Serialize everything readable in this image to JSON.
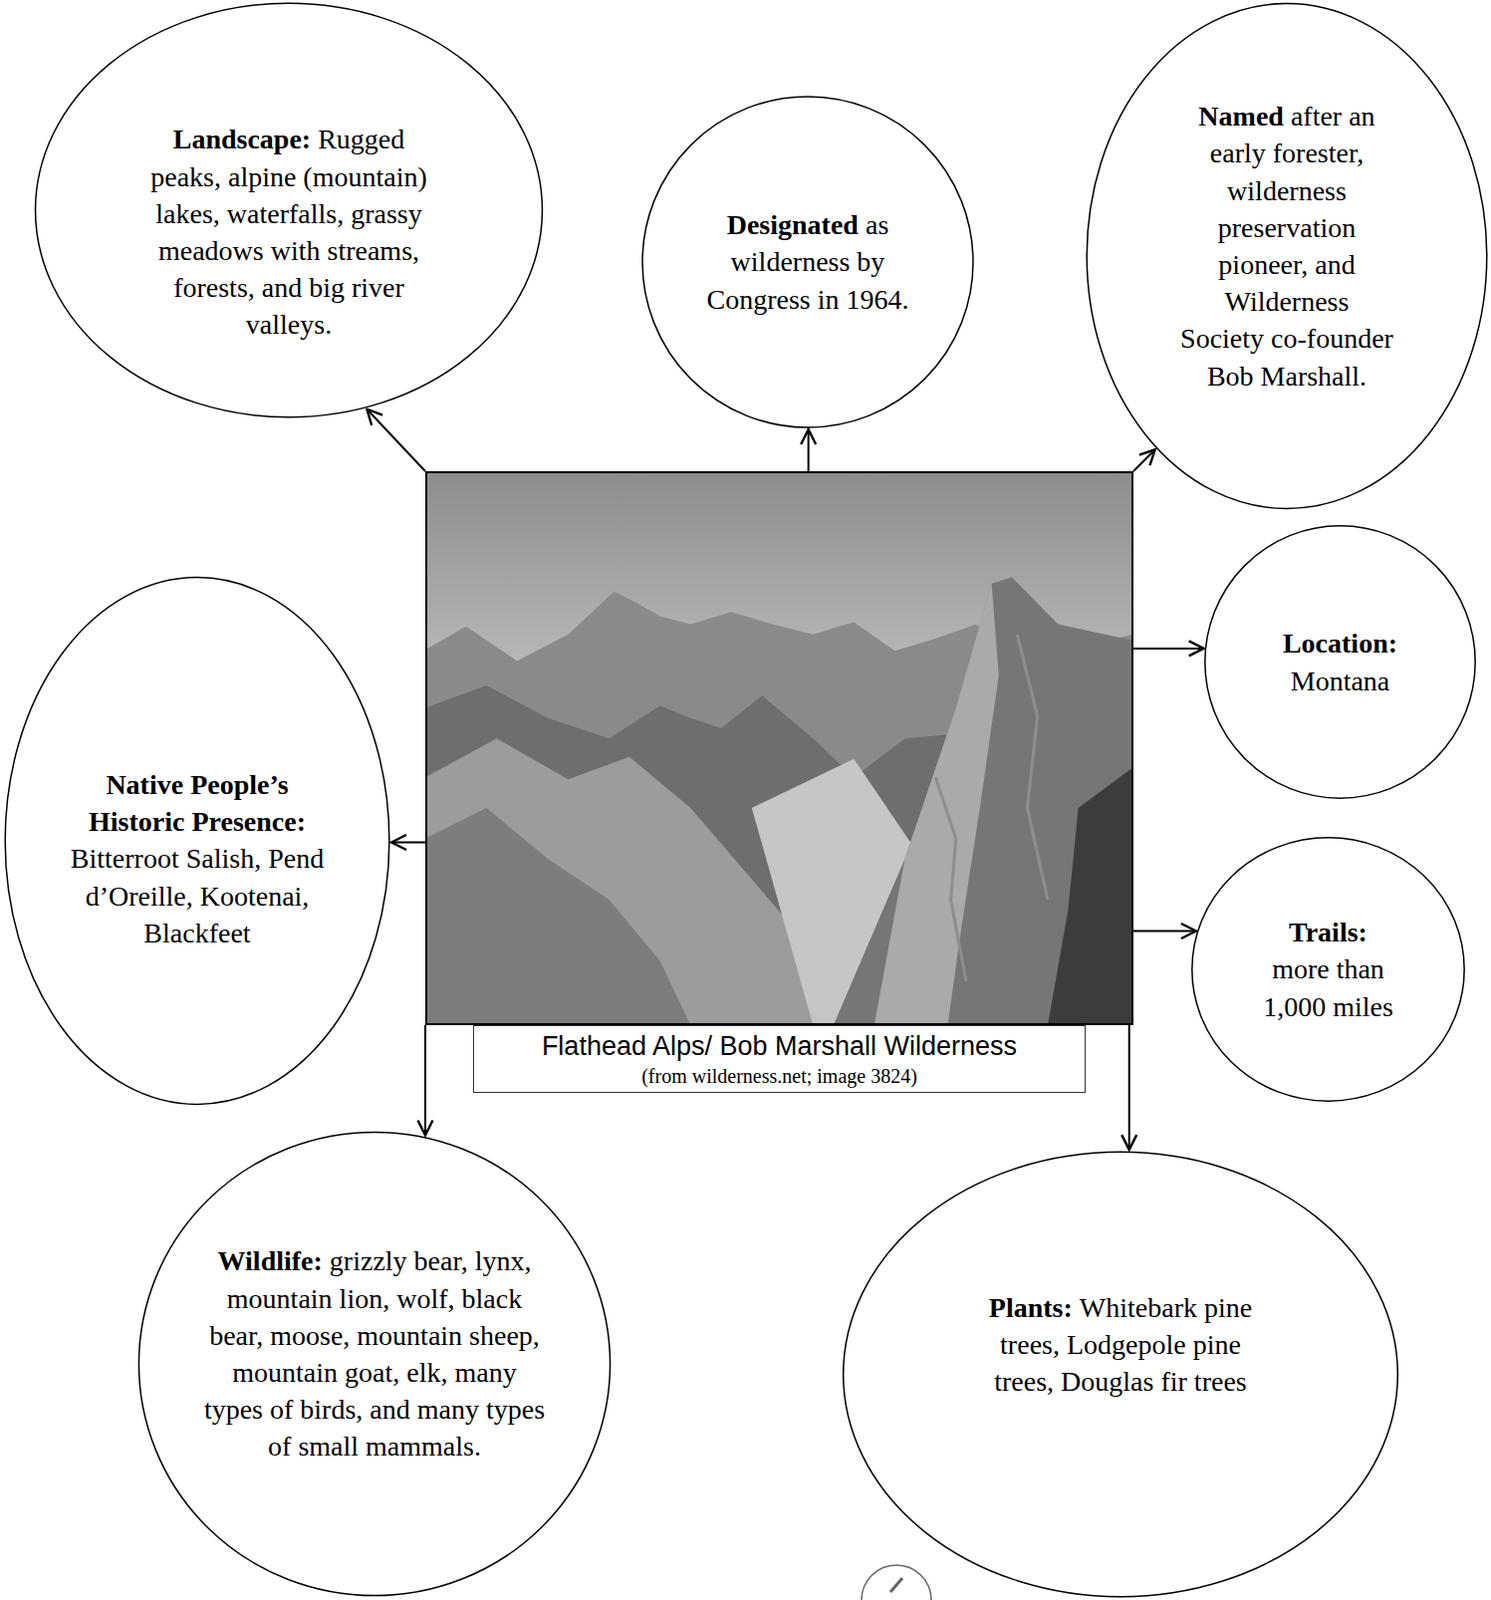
{
  "diagram": {
    "nodes": [
      {
        "text": [
          "Flathead Alps/ Bob Marshall Wilderness",
          "(from wilderness.net; image 3824)"
        ]
      },
      {
        "text": [
          "Landscape:",
          "Rugged peaks, alpine (mountain) lakes, waterfalls, grassy meadows with streams, forests, and big river valleys."
        ]
      },
      {
        "text": [
          "Designated",
          "as wilderness by Congress in 1964."
        ]
      },
      {
        "text": [
          "Named",
          "after an early forester, wilderness preservation pioneer, and Wilderness Society co-founder Bob Marshall."
        ]
      },
      {
        "text": [
          "Location:",
          "Montana"
        ]
      },
      {
        "text": [
          "Native People’s Historic Presence:",
          "Bitterroot Salish, Pend d’Oreille, Kootenai, Blackfeet"
        ]
      },
      {
        "text": [
          "Trails:",
          "more than 1,000 miles"
        ]
      },
      {
        "text": [
          "Wildlife:",
          "grizzly bear, lynx, mountain lion, wolf, black bear, moose, mountain sheep, mountain goat, elk, many types of birds, and many types of small mammals."
        ]
      },
      {
        "text": [
          "Plants:",
          "Whitebark pine trees, Lodgepole pine trees, Douglas fir trees"
        ]
      }
    ],
    "edges": [
      {
        "from": 0,
        "to": 1,
        "arrow": "to"
      },
      {
        "from": 0,
        "to": 2,
        "arrow": "to"
      },
      {
        "from": 0,
        "to": 3,
        "arrow": "to"
      },
      {
        "from": 0,
        "to": 4,
        "arrow": "to"
      },
      {
        "from": 0,
        "to": 5,
        "arrow": "to"
      },
      {
        "from": 0,
        "to": 6,
        "arrow": "to"
      },
      {
        "from": 0,
        "to": 7,
        "arrow": "to"
      },
      {
        "from": 0,
        "to": 8,
        "arrow": "to"
      }
    ]
  }
}
